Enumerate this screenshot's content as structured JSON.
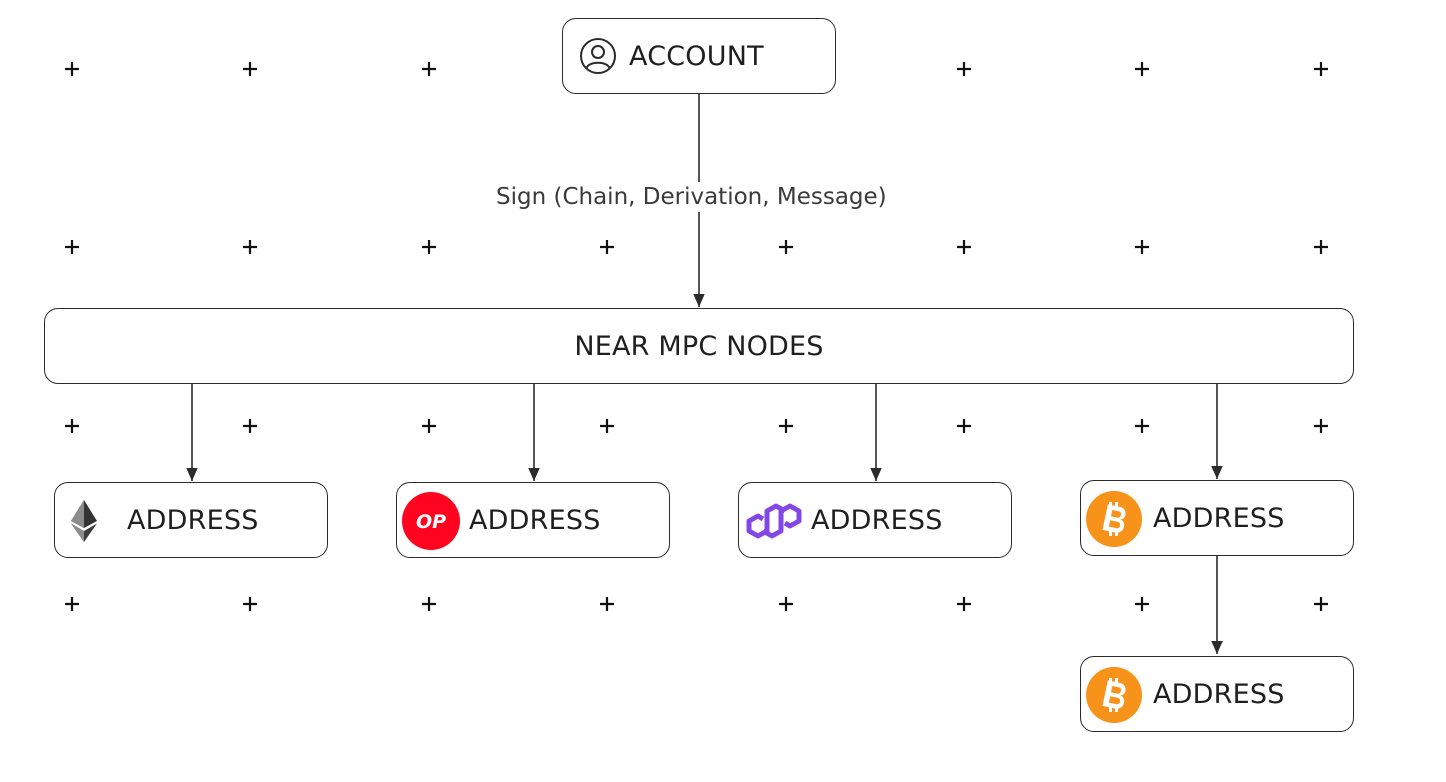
{
  "nodes": {
    "account": {
      "label": "ACCOUNT",
      "icon": "user-circle-icon"
    },
    "mpc": {
      "label": "NEAR MPC NODES"
    },
    "addresses": [
      {
        "label": "ADDRESS",
        "icon": "ethereum-icon"
      },
      {
        "label": "ADDRESS",
        "icon": "optimism-icon"
      },
      {
        "label": "ADDRESS",
        "icon": "polygon-icon"
      },
      {
        "label": "ADDRESS",
        "icon": "bitcoin-icon"
      },
      {
        "label": "ADDRESS",
        "icon": "bitcoin-icon"
      }
    ]
  },
  "edges": {
    "sign_label": "Sign (Chain, Derivation, Message)"
  },
  "icons": {
    "optimism_text": "OP"
  },
  "colors": {
    "optimism": "#ff0420",
    "polygon": "#8247e5",
    "bitcoin": "#f7931a",
    "ethereum": "#3c3c3d"
  }
}
